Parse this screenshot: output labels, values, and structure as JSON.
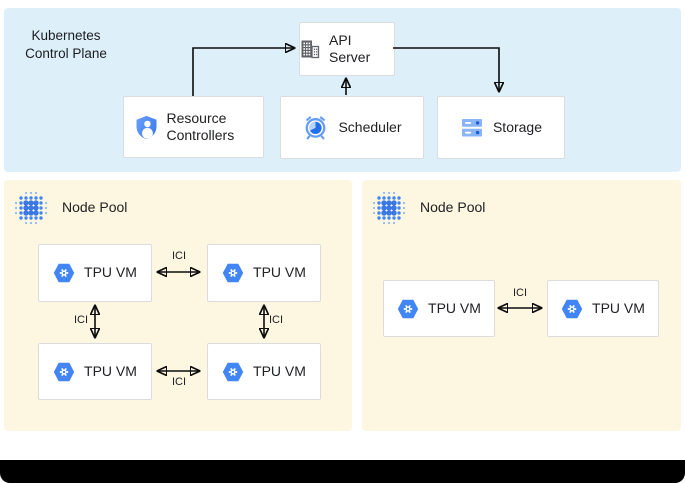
{
  "control_plane": {
    "title": "Kubernetes Control Plane",
    "api_server": "API Server",
    "resource_controllers": "Resource Controllers",
    "scheduler": "Scheduler",
    "storage": "Storage"
  },
  "node_pool_left": {
    "title": "Node Pool",
    "vm1": "TPU VM",
    "vm2": "TPU VM",
    "vm3": "TPU VM",
    "vm4": "TPU VM"
  },
  "node_pool_right": {
    "title": "Node Pool",
    "vm1": "TPU VM",
    "vm2": "TPU VM"
  },
  "interconnect_label": "ICI",
  "icons": {
    "api_server": "building-icon",
    "resource_controllers": "shield-user-icon",
    "scheduler": "alarm-clock-icon",
    "storage": "server-stack-icon",
    "node_pool": "dot-cluster-icon",
    "tpu_vm": "tpu-hexagon-icon"
  },
  "colors": {
    "control_plane_bg": "#ddf0fa",
    "node_pool_bg": "#fdf6e1",
    "google_blue": "#4285f4",
    "light_blue": "#8ab4f8",
    "icon_gray": "#5f6368",
    "box_border": "#dadce0",
    "arrow": "#0b0b0b",
    "text": "#202124",
    "bottom_bar": "#000000"
  }
}
